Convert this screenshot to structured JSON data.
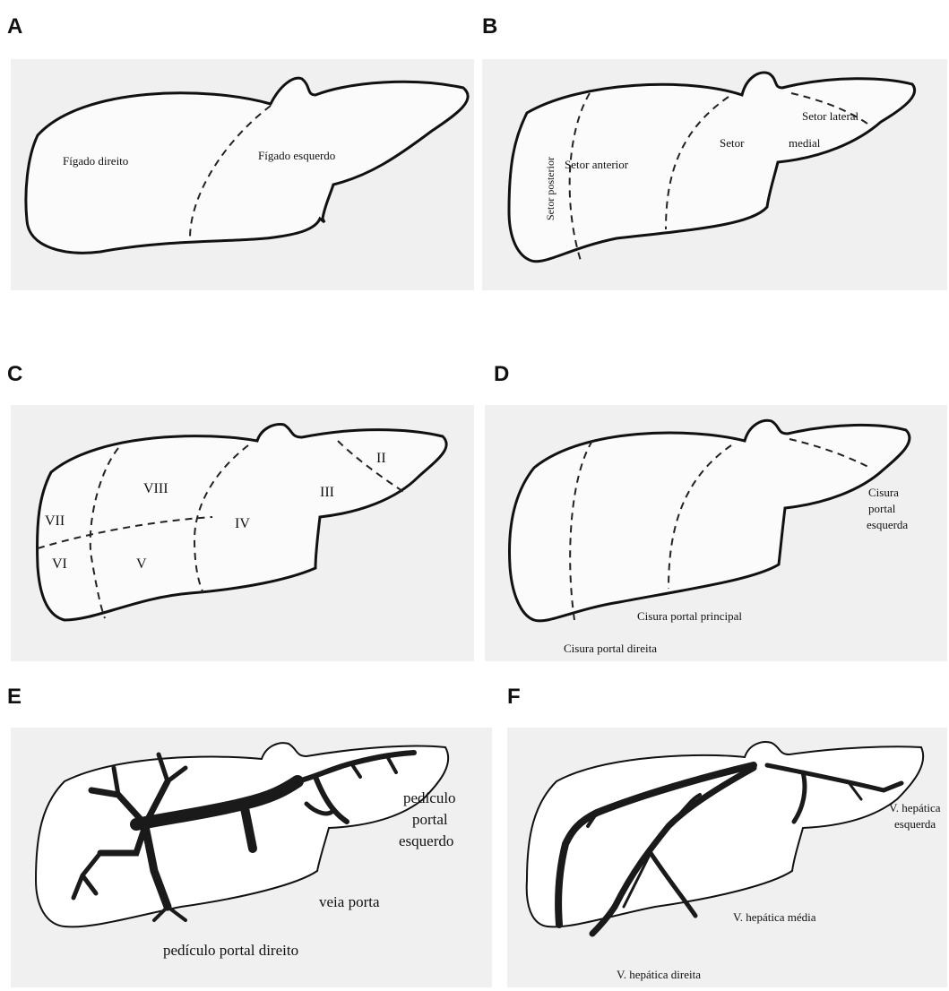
{
  "panels": {
    "a": {
      "letter": "A",
      "labels": {
        "right_liver": "Fígado direito",
        "left_liver": "Fígado esquerdo"
      }
    },
    "b": {
      "letter": "B",
      "labels": {
        "posterior": "Setor posterior",
        "anterior": "Setor anterior",
        "medial_1": "Setor",
        "medial_2": "medial",
        "lateral": "Setor lateral"
      }
    },
    "c": {
      "letter": "C",
      "labels": {
        "seg_ii": "II",
        "seg_iii": "III",
        "seg_iv": "IV",
        "seg_v": "V",
        "seg_vi": "VI",
        "seg_vii": "VII",
        "seg_viii": "VIII"
      }
    },
    "d": {
      "letter": "D",
      "labels": {
        "left_fissure_1": "Cisura",
        "left_fissure_2": "portal",
        "left_fissure_3": "esquerda",
        "main_fissure": "Cisura portal principal",
        "right_fissure": "Cisura portal direita"
      }
    },
    "e": {
      "letter": "E",
      "labels": {
        "left_pedicle_1": "pedículo",
        "left_pedicle_2": "portal",
        "left_pedicle_3": "esquerdo",
        "portal_vein": "veia porta",
        "right_pedicle": "pedículo portal direito"
      }
    },
    "f": {
      "letter": "F",
      "labels": {
        "left_hv_1": "V. hepática",
        "left_hv_2": "esquerda",
        "middle_hv": "V. hepática média",
        "right_hv": "V. hepática direita"
      }
    }
  },
  "colors": {
    "panel_bg": "#f0f0f0",
    "ink": "#111111",
    "vessel": "#1a1a1a"
  }
}
